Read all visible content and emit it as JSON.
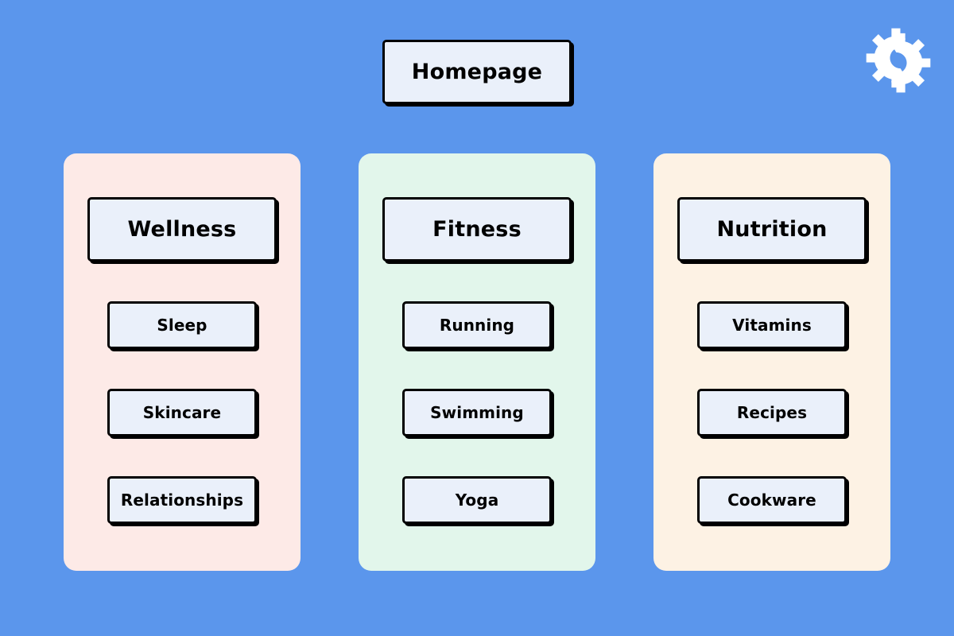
{
  "page": {
    "background_color": "#5b96ec",
    "node_fill_color": "#eaf0fa",
    "node_border_color": "#000000"
  },
  "logo": {
    "name": "double-gear-logo",
    "color": "#ffffff"
  },
  "root": {
    "label": "Homepage"
  },
  "columns": [
    {
      "key": "wellness",
      "panel_color": "#fdeae7",
      "category": "Wellness",
      "children": [
        "Sleep",
        "Skincare",
        "Relationships"
      ]
    },
    {
      "key": "fitness",
      "panel_color": "#e2f6eb",
      "category": "Fitness",
      "children": [
        "Running",
        "Swimming",
        "Yoga"
      ]
    },
    {
      "key": "nutrition",
      "panel_color": "#fdf2e4",
      "category": "Nutrition",
      "children": [
        "Vitamins",
        "Recipes",
        "Cookware"
      ]
    }
  ]
}
